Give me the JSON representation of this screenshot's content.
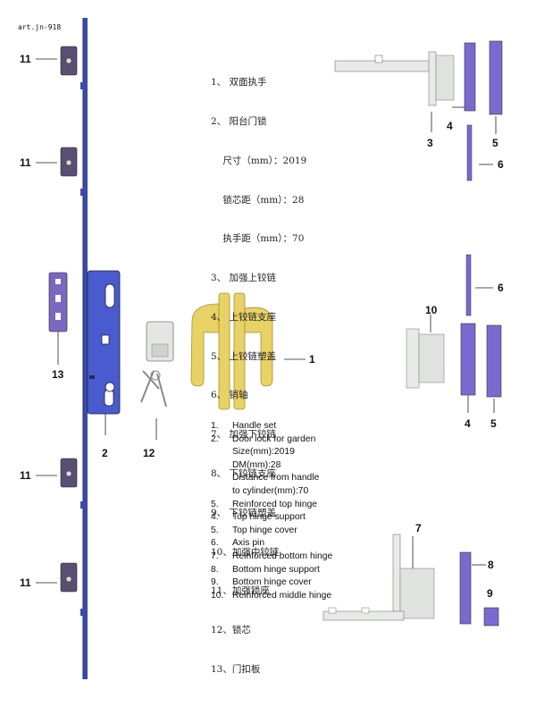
{
  "watermark": "art.jn-918",
  "callouts": {
    "c11a": "11",
    "c11b": "11",
    "c11c": "11",
    "c11d": "11",
    "c13": "13",
    "c2": "2",
    "c12": "12",
    "c1": "1",
    "c3": "3",
    "c4a": "4",
    "c5a": "5",
    "c6a": "6",
    "c10": "10",
    "c6b": "6",
    "c4b": "4",
    "c5b": "5",
    "c7": "7",
    "c8": "8",
    "c9": "9"
  },
  "chinese_parts": [
    "1、 双面执手",
    "2、 阳台门锁",
    "    尺寸（mm）：2019",
    "    锁芯距（mm）：28",
    "    执手距（mm）：70",
    "3、 加强上铰链",
    "4、 上铰链支座",
    "5、 上铰链塑盖",
    "6、 销轴",
    "7、 加强下铰链",
    "8、 下铰链支座",
    "9、 下铰链塑盖",
    "10、加强中铰链",
    "11、加强锁座",
    "12、锁芯",
    "13、门扣板"
  ],
  "english_parts": {
    "p1": {
      "num": "1.",
      "text": "Handle set"
    },
    "p2": {
      "num": "2.",
      "text": "Door lock for garden"
    },
    "p2_size": "Size(mm):2019",
    "p2_dm": "DM(mm):28",
    "p2_dist1": "Distance from handle",
    "p2_dist2": "to cylinder(mm):70",
    "p5a": {
      "num": "5.",
      "text": "Reinforced top hinge"
    },
    "p4": {
      "num": "4.",
      "text": "Top hinge support"
    },
    "p5b": {
      "num": "5.",
      "text": "Top hinge cover"
    },
    "p6": {
      "num": "6.",
      "text": "Axis pin"
    },
    "p7": {
      "num": "7.",
      "text": "Reinforced bottom hinge"
    },
    "p8": {
      "num": "8.",
      "text": "Bottom hinge support"
    },
    "p9": {
      "num": "9.",
      "text": "Bottom hinge cover"
    },
    "p10": {
      "num": "10.",
      "text": "Reinforced middle hinge"
    }
  },
  "colors": {
    "rail": "#3b4aa8",
    "lock_plate": "#4a5bd0",
    "keeper": "#5a4f72",
    "strike": "#7a68c0",
    "handle": "#e8d266",
    "hinge_purple": "#7a6ad0",
    "hinge_grey": "#d8dcd8"
  }
}
